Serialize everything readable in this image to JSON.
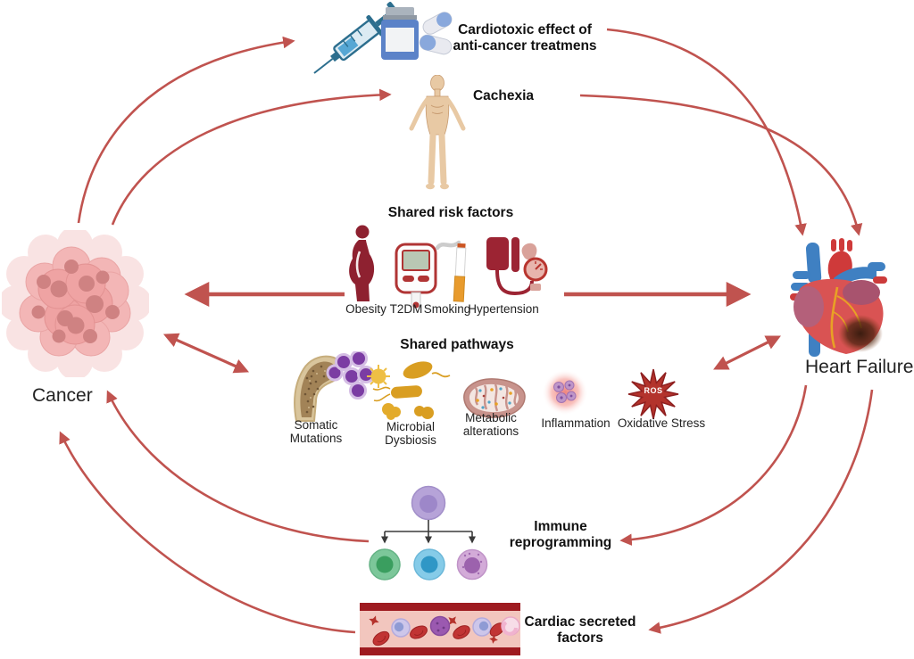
{
  "figure": {
    "cancer_label": "Cancer",
    "heart_failure_label": "Heart Failure",
    "cardiotoxic_label": "Cardiotoxic effect of\nanti-cancer treatmens",
    "cardiotoxic_icons": [
      "syringe-icon",
      "pill-bottle-icon",
      "capsules-icon"
    ],
    "cachexia_label": "Cachexia",
    "cachexia_icon": "emaciated-body-icon",
    "shared_risk_factors": {
      "title": "Shared risk factors",
      "items": [
        {
          "label": "Obesity",
          "icon": "obese-person-icon"
        },
        {
          "label": "T2DM",
          "icon": "glucose-meter-icon"
        },
        {
          "label": "Smoking",
          "icon": "cigarette-icon"
        },
        {
          "label": "Hypertension",
          "icon": "blood-pressure-cuff-icon"
        }
      ]
    },
    "shared_pathways": {
      "title": "Shared pathways",
      "ros_badge": "ROS",
      "items": [
        {
          "label": "Somatic\nMutations",
          "icon": "bone-mutated-cells-icon"
        },
        {
          "label": "Microbial\nDysbiosis",
          "icon": "bacteria-icon"
        },
        {
          "label": "Metabolic\nalterations",
          "icon": "mitochondria-icon"
        },
        {
          "label": "Inflammation",
          "icon": "inflammation-glow-icon"
        },
        {
          "label": "Oxidative Stress",
          "icon": "ros-starburst-icon"
        }
      ]
    },
    "immune_label": "Immune\nreprogramming",
    "immune_icon": "stem-cell-differentiation-icon",
    "cardiac_factors_label": "Cardiac secreted\nfactors",
    "cardiac_factors_icon": "blood-vessel-icon",
    "cancer_icon": "tumor-cell-cluster-icon",
    "heart_failure_icon": "anatomical-heart-icon"
  },
  "colors": {
    "arrow_red": "#c0534f",
    "tumor_pink": "#efa3a3",
    "heart_red": "#d95353",
    "vessel_wall_red": "#9e1b20",
    "icon_dark_red": "#8e2130",
    "bacteria_gold": "#d99e22",
    "mutation_purple": "#7b3ca3",
    "ros_red": "#b3332c"
  }
}
